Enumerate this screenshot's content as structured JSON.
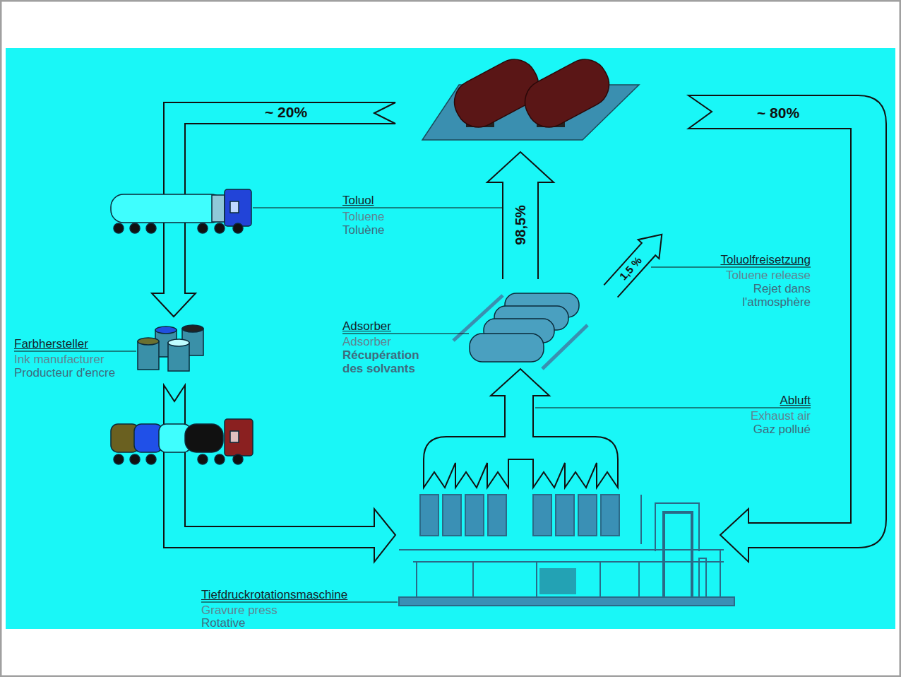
{
  "diagram": {
    "labels": [
      "~ 20%",
      "~ 80%",
      "Toluol",
      "Toluene",
      "Toluène",
      "98,5%",
      "1,5 %",
      "Toluolfreisetzung",
      "Toluene release",
      "Rejet dans l'atmosphère",
      "Adsorber",
      "Adsorber",
      "Récupération des solvants",
      "Farbhersteller",
      "Ink manufacturer",
      "Producteur d'encre",
      "Abluft",
      "Exhaust air",
      "Gaz pollué",
      "Tiefdruckrotationsmaschine",
      "Gravure press",
      "Rotative"
    ]
  }
}
